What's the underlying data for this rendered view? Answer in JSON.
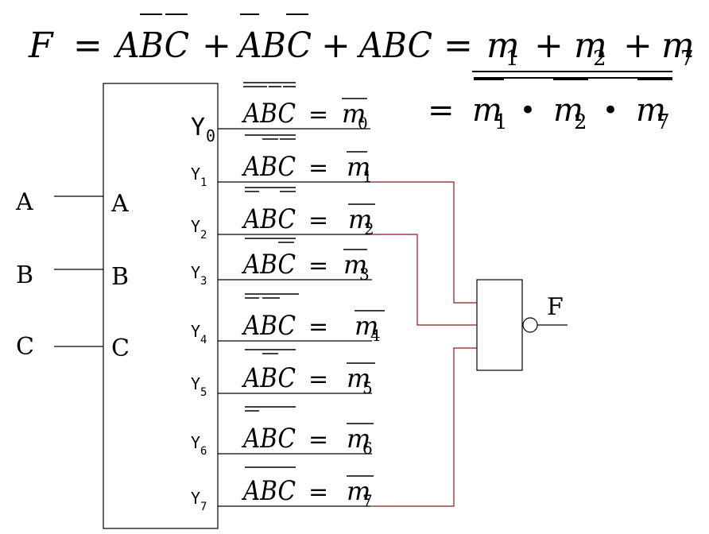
{
  "equation": {
    "F": "F",
    "eq": "=",
    "plus": "+",
    "t1": "ABC",
    "t2": "ABC",
    "t3": "ABC",
    "m": "m",
    "s1": "1",
    "s2": "2",
    "s7": "7",
    "dot": "•"
  },
  "decoder": {
    "inputs_outside": [
      "A",
      "B",
      "C"
    ],
    "inputs_inside": [
      "A",
      "B",
      "C"
    ],
    "outputs": [
      {
        "y": "Y",
        "sub": "0",
        "expr": "ABC",
        "m": "m",
        "msub": "0"
      },
      {
        "y": "Y",
        "sub": "1",
        "expr": "ABC",
        "m": "m",
        "msub": "1"
      },
      {
        "y": "Y",
        "sub": "2",
        "expr": "ABC",
        "m": "m",
        "msub": "2"
      },
      {
        "y": "Y",
        "sub": "3",
        "expr": "ABC",
        "m": "m",
        "msub": "3"
      },
      {
        "y": "Y",
        "sub": "4",
        "expr": "ABC",
        "m": "m",
        "msub": "4"
      },
      {
        "y": "Y",
        "sub": "5",
        "expr": "ABC",
        "m": "m",
        "msub": "5"
      },
      {
        "y": "Y",
        "sub": "6",
        "expr": "ABC",
        "m": "m",
        "msub": "6"
      },
      {
        "y": "Y",
        "sub": "7",
        "expr": "ABC",
        "m": "m",
        "msub": "7"
      }
    ],
    "eq": "="
  },
  "gate": {
    "output": "F"
  },
  "colors": {
    "ink": "#000000",
    "wire": "#8b1a1a",
    "bg": "#ffffff"
  }
}
